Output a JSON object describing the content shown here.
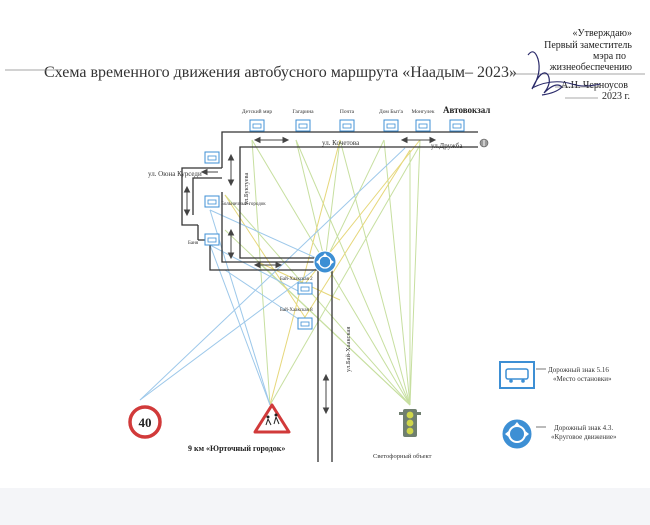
{
  "approval": {
    "l1": "«Утверждаю»",
    "l2": "Первый заместитель",
    "l3": "мэра по",
    "l4": "жизнеобеспечению",
    "l5": "А.Н. Черноусов",
    "l6": "2023 г."
  },
  "title": "Схема временного движения автобусного маршрута «Наадым– 2023»",
  "stops_top": [
    "Детский мир",
    "Гагарина",
    "Почта",
    "Дом Быт'а",
    "Монгулек"
  ],
  "terminal": "Автовокзал",
  "streets": {
    "kochetova": "ул. Кочетова",
    "druzhba": "ул.Дружба",
    "kursedi": "ул. Оюна Курседи",
    "buktueva": "ул.Буктуева",
    "bai_khaak": "ул.Бай-Хаакская"
  },
  "stops_side": [
    "Больничный городок",
    "Баня"
  ],
  "stops_lower": [
    "Бай-Хаакская 2",
    "Бай-Хаакская 8"
  ],
  "speed_limit": "40",
  "bottom": {
    "yurtochny": "9 км «Юрточный городок»",
    "svetofor": "Светофорный объект"
  },
  "legend": [
    {
      "line1": "Дорожный знак 5.16",
      "line2": "«Место остановки»"
    },
    {
      "line1": "Дорожный знак 4.3.",
      "line2": "«Круговое движение»"
    }
  ],
  "colors": {
    "stop_blue": "#3d8fd4",
    "road": "#333333",
    "ray_green": "#c7dfa0",
    "ray_blue": "#9dc8ea",
    "ray_yellow": "#e6d77a",
    "sign_red": "#d13a3a"
  }
}
